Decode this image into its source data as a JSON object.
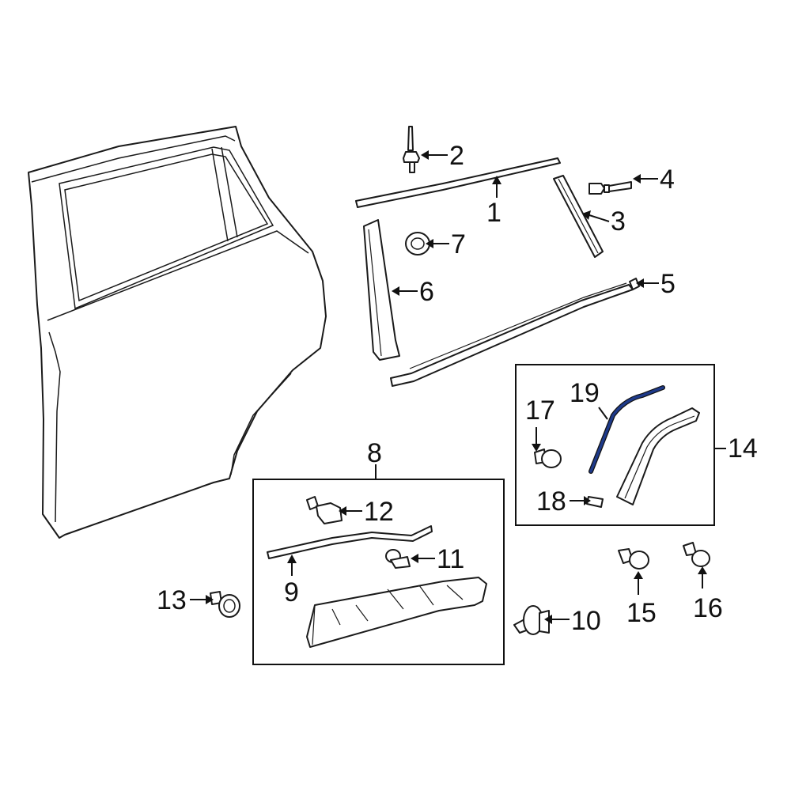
{
  "callouts": [
    {
      "id": "1",
      "label": "1"
    },
    {
      "id": "2",
      "label": "2"
    },
    {
      "id": "3",
      "label": "3"
    },
    {
      "id": "4",
      "label": "4"
    },
    {
      "id": "5",
      "label": "5"
    },
    {
      "id": "6",
      "label": "6"
    },
    {
      "id": "7",
      "label": "7"
    },
    {
      "id": "8",
      "label": "8"
    },
    {
      "id": "9",
      "label": "9"
    },
    {
      "id": "10",
      "label": "10"
    },
    {
      "id": "11",
      "label": "11"
    },
    {
      "id": "12",
      "label": "12"
    },
    {
      "id": "13",
      "label": "13"
    },
    {
      "id": "14",
      "label": "14"
    },
    {
      "id": "15",
      "label": "15"
    },
    {
      "id": "16",
      "label": "16"
    },
    {
      "id": "17",
      "label": "17"
    },
    {
      "id": "18",
      "label": "18"
    },
    {
      "id": "19",
      "label": "19"
    }
  ],
  "colors": {
    "line": "#1a1a1a",
    "highlight": "#1e3a8a"
  }
}
